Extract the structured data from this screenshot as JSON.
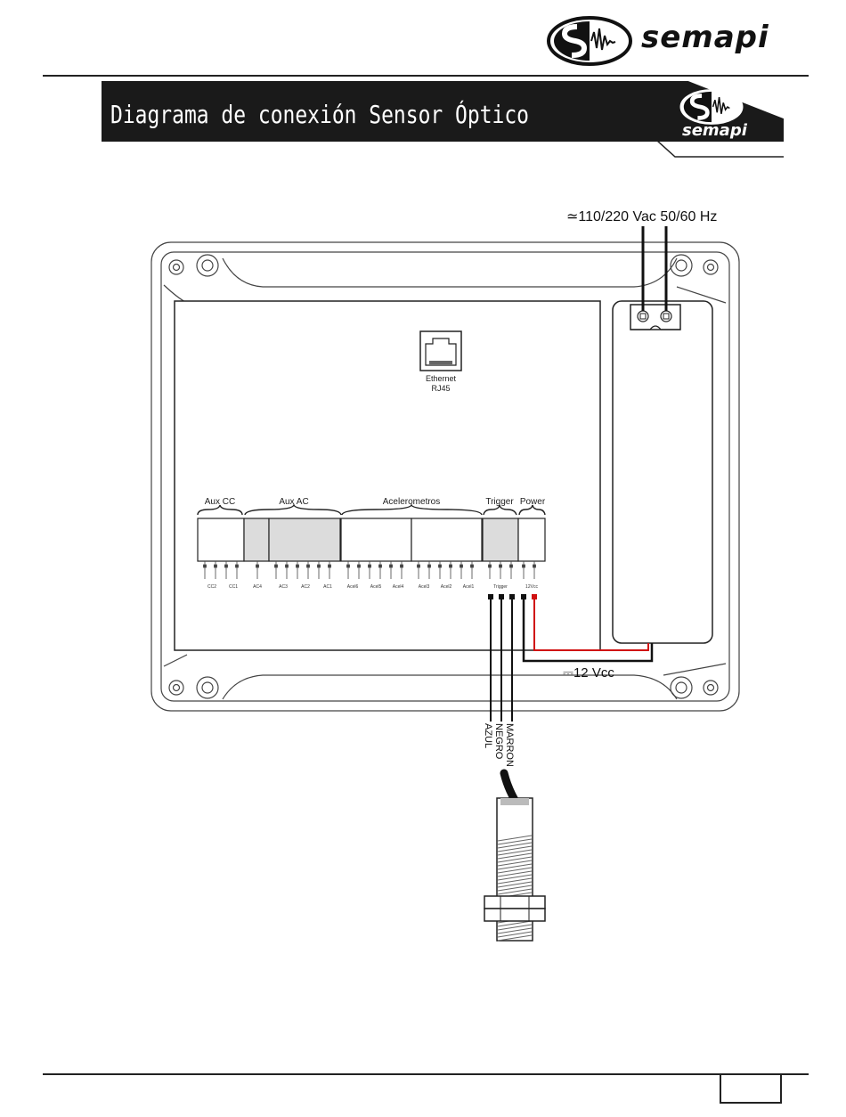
{
  "header": {
    "brand": "semapi",
    "title": "Diagrama de conexión Sensor Óptico",
    "title_brand": "semapi"
  },
  "diagram": {
    "supply_label": "≃110/220 Vac 50/60 Hz",
    "dc_label": "⎓12 Vcc",
    "ethernet_label_1": "Ethernet",
    "ethernet_label_2": "RJ45",
    "groups": {
      "aux_cc": "Aux CC",
      "aux_ac": "Aux AC",
      "accel": "Acelerometros",
      "trigger": "Trigger",
      "power": "Power"
    },
    "pin_labels": {
      "cc2": "CC2",
      "cc1": "CC1",
      "ac4": "AC4",
      "ac3": "AC3",
      "ac2": "AC2",
      "ac1": "AC1",
      "acel6": "Acel6",
      "acel5": "Acel5",
      "acel4": "Acel4",
      "acel3": "Acel3",
      "acel2": "Acel2",
      "acel1": "Acel1",
      "trigger": "Trigger",
      "power": "12Vcc"
    },
    "wires": {
      "blue": "AZUL",
      "black": "NEGRO",
      "brown": "MARRON"
    },
    "colors": {
      "positive_wire": "#d01010",
      "wire": "#111111",
      "shaded": "#dcdcdc"
    }
  }
}
